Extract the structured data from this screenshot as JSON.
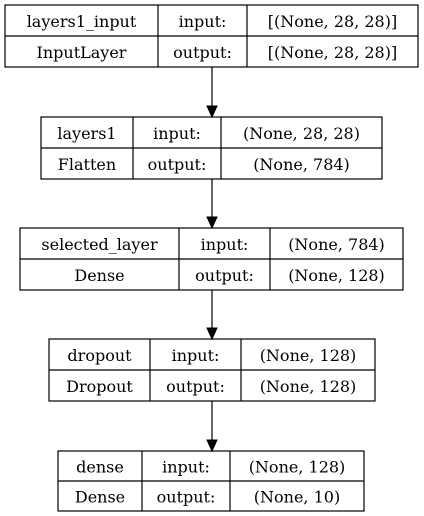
{
  "nodes": [
    {
      "name": "layers1_input",
      "type": "InputLayer",
      "input_label": "input:",
      "output_label": "output:",
      "input_shape": "[(None, 28, 28)]",
      "output_shape": "[(None, 28, 28)]"
    },
    {
      "name": "layers1",
      "type": "Flatten",
      "input_label": "input:",
      "output_label": "output:",
      "input_shape": "(None, 28, 28)",
      "output_shape": "(None, 784)"
    },
    {
      "name": "selected_layer",
      "type": "Dense",
      "input_label": "input:",
      "output_label": "output:",
      "input_shape": "(None, 784)",
      "output_shape": "(None, 128)"
    },
    {
      "name": "dropout",
      "type": "Dropout",
      "input_label": "input:",
      "output_label": "output:",
      "input_shape": "(None, 128)",
      "output_shape": "(None, 128)"
    },
    {
      "name": "dense",
      "type": "Dense",
      "input_label": "input:",
      "output_label": "output:",
      "input_shape": "(None, 128)",
      "output_shape": "(None, 10)"
    }
  ],
  "edges": [
    {
      "from": "layers1_input",
      "to": "layers1"
    },
    {
      "from": "layers1",
      "to": "selected_layer"
    },
    {
      "from": "selected_layer",
      "to": "dropout"
    },
    {
      "from": "dropout",
      "to": "dense"
    }
  ]
}
